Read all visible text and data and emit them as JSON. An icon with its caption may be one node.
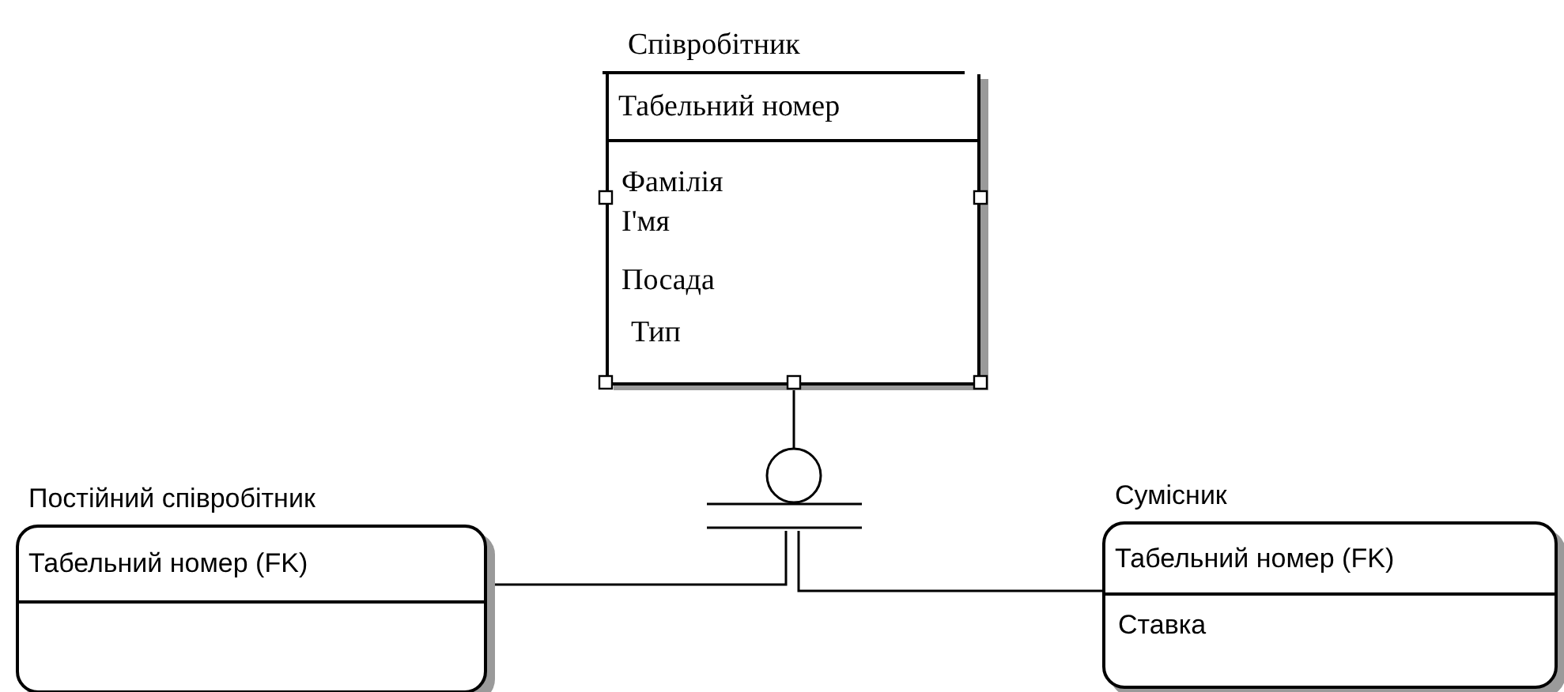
{
  "diagram": {
    "nodes": [
      {
        "text": [
          "Співробітник",
          "Табельний номер",
          "Фамілія",
          "І'мя",
          "Посада",
          "Тип"
        ]
      },
      {
        "text": [],
        "shape": "bar"
      },
      {
        "text": [
          "Постійний співробітник",
          "Табельний номер (FK)"
        ]
      },
      {
        "text": [
          "Сумісник",
          "Табельний номер (FK)",
          "Ставка"
        ]
      }
    ],
    "edges": [
      {
        "from": 0,
        "to": 1,
        "arrow": "other"
      },
      {
        "from": 1,
        "to": 2,
        "arrow": "none"
      },
      {
        "from": 1,
        "to": 3,
        "arrow": "none"
      }
    ]
  }
}
